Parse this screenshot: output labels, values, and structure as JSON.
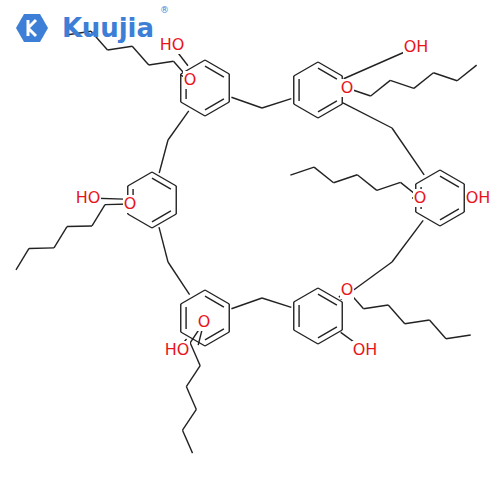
{
  "diagram": {
    "labels": [
      "Kuujia",
      "®",
      "HO",
      "OH",
      "O",
      "O",
      "HO",
      "O",
      "OH",
      "O",
      "O",
      "HO",
      "O",
      "OH"
    ]
  }
}
